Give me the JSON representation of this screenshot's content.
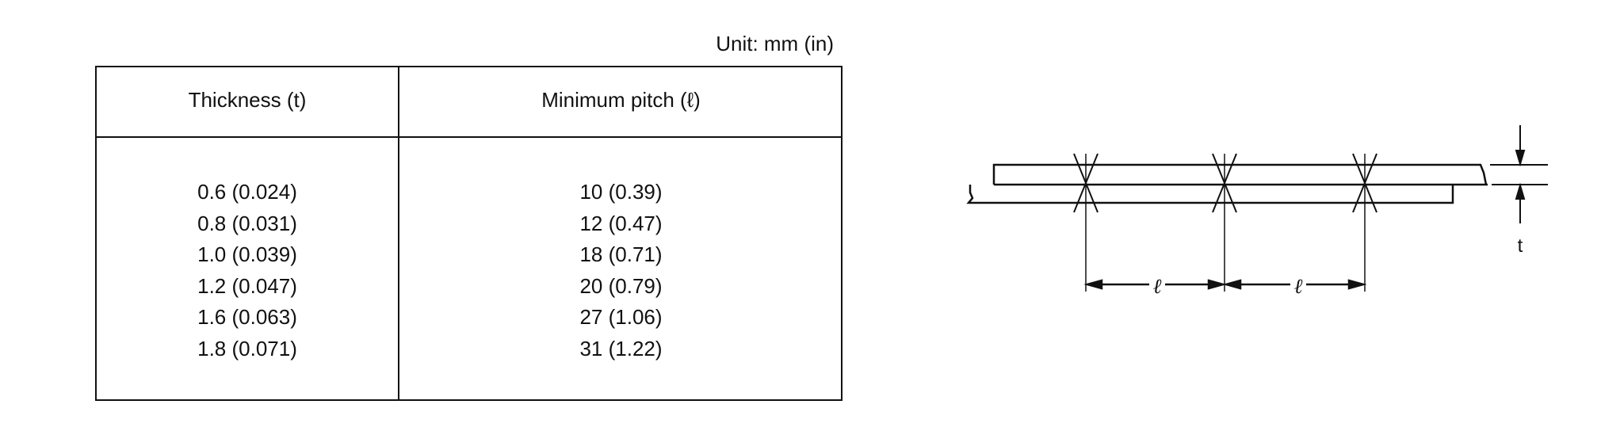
{
  "unit_label": "Unit: mm (in)",
  "table": {
    "headers": [
      "Thickness (t)",
      "Minimum pitch (ℓ)"
    ],
    "rows": [
      [
        "0.6 (0.024)",
        "10 (0.39)"
      ],
      [
        "0.8 (0.031)",
        "12 (0.47)"
      ],
      [
        "1.0 (0.039)",
        "18 (0.71)"
      ],
      [
        "1.2 (0.047)",
        "20 (0.79)"
      ],
      [
        "1.6 (0.063)",
        "27 (1.06)"
      ],
      [
        "1.8 (0.071)",
        "31 (1.22)"
      ]
    ]
  },
  "diagram": {
    "pitch_label": "ℓ",
    "thickness_label": "t"
  }
}
